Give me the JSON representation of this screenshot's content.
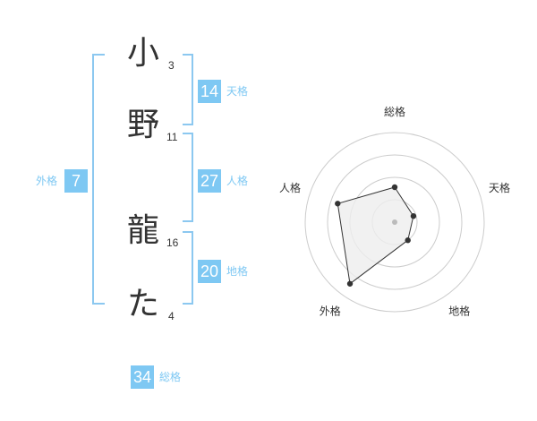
{
  "name": {
    "chars": [
      {
        "char": "小",
        "strokes": "3"
      },
      {
        "char": "野",
        "strokes": "11"
      },
      {
        "char": "龍",
        "strokes": "16"
      },
      {
        "char": "た",
        "strokes": "4"
      }
    ]
  },
  "kaku": {
    "ten": {
      "value": "14",
      "label": "天格"
    },
    "jin": {
      "value": "27",
      "label": "人格"
    },
    "chi": {
      "value": "20",
      "label": "地格"
    },
    "gai": {
      "value": "7",
      "label": "外格"
    },
    "sou": {
      "value": "34",
      "label": "総格"
    }
  },
  "chart_data": {
    "type": "radar",
    "axes": [
      "総格",
      "天格",
      "地格",
      "外格",
      "人格"
    ],
    "values": [
      0.39,
      0.22,
      0.25,
      0.85,
      0.67
    ],
    "rings": 4,
    "colors": {
      "ring": "#cccccc",
      "fill": "#eeeeee",
      "line": "#333333",
      "point": "#333333",
      "center": "#bbbbbb"
    }
  }
}
